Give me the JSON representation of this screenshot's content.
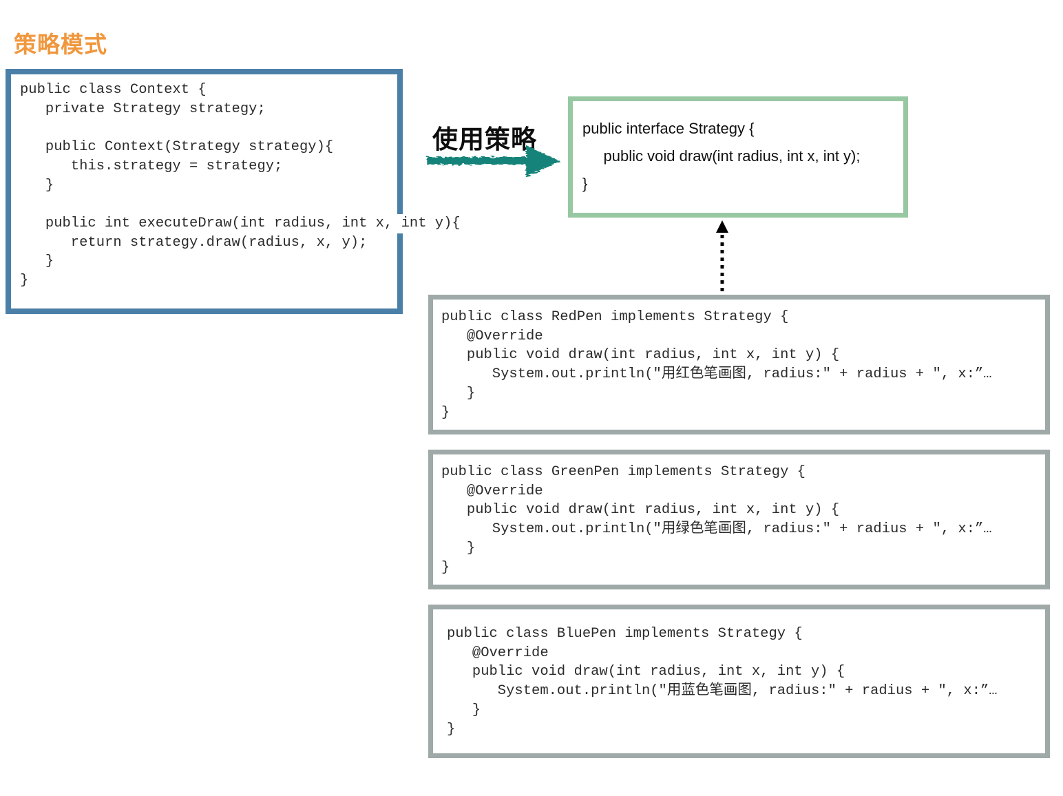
{
  "title": "策略模式",
  "colors": {
    "title_orange": "#F0973D",
    "context_border_blue": "#4A80A8",
    "interface_border_green": "#98C8A2",
    "impl_border_gray": "#9EA9A8",
    "arrow_teal": "#15837A",
    "code_text": "#2b2b2b"
  },
  "arrow": {
    "label": "使用策略"
  },
  "context_box": {
    "lines": [
      "public class Context {",
      "   private Strategy strategy;",
      "",
      "   public Context(Strategy strategy){",
      "      this.strategy = strategy;",
      "   }",
      "",
      "   public int executeDraw(int radius, int x, int y){",
      "      return strategy.draw(radius, x, y);",
      "   }",
      "}"
    ]
  },
  "interface_box": {
    "lines": [
      "public interface Strategy {",
      "     public void draw(int radius, int x, int y);",
      "}"
    ]
  },
  "impl_boxes": {
    "red": {
      "lines": [
        "public class RedPen implements Strategy {",
        "   @Override",
        "   public void draw(int radius, int x, int y) {",
        "      System.out.println(\"用红色笔画图, radius:\" + radius + \", x:”…",
        "   }",
        "}"
      ]
    },
    "green": {
      "lines": [
        "public class GreenPen implements Strategy {",
        "   @Override",
        "   public void draw(int radius, int x, int y) {",
        "      System.out.println(\"用绿色笔画图, radius:\" + radius + \", x:”…",
        "   }",
        "}"
      ]
    },
    "blue": {
      "lines": [
        "public class BluePen implements Strategy {",
        "   @Override",
        "   public void draw(int radius, int x, int y) {",
        "      System.out.println(\"用蓝色笔画图, radius:\" + radius + \", x:”…",
        "   }",
        "}"
      ]
    }
  }
}
